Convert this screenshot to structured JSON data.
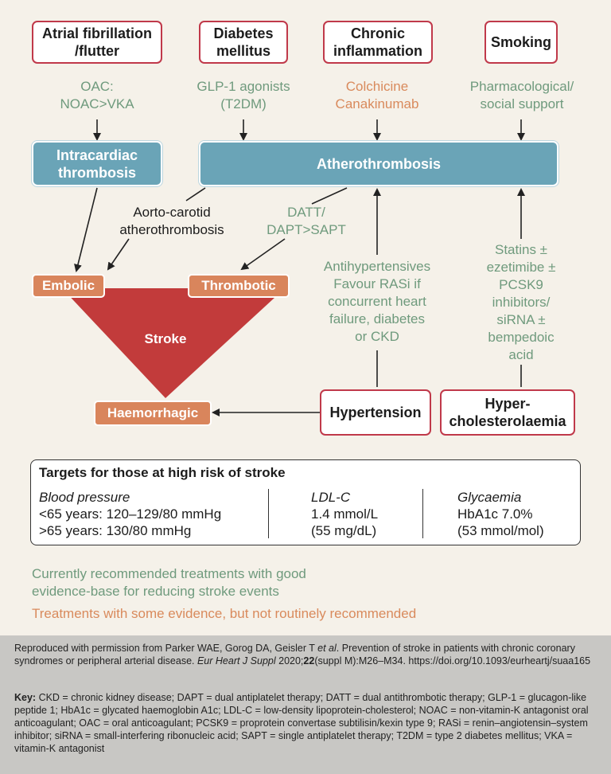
{
  "risk_factors": {
    "af": "Atrial fibrillation\n/flutter",
    "diabetes": "Diabetes\nmellitus",
    "inflammation": "Chronic\ninflammation",
    "smoking": "Smoking",
    "hypertension": "Hypertension",
    "cholesterol": "Hyper-\ncholesterolaemia"
  },
  "treatments": {
    "oac": "OAC:\nNOAC>VKA",
    "glp1": "GLP-1 agonists\n(T2DM)",
    "colchicine": "Colchicine\nCanakinumab",
    "pharma": "Pharmacological/\nsocial support",
    "datt": "DATT/\nDAPT>SAPT",
    "antihypertensives": "Antihypertensives\nFavour RASi if\nconcurrent heart\nfailure, diabetes\nor CKD",
    "statins": "Statins ±\nezetimibe ±\nPCSK9\ninhibitors/\nsiRNA ±\nbempedoic\nacid"
  },
  "pathways": {
    "intracardiac": "Intracardiac\nthrombosis",
    "atherothrombosis": "Atherothrombosis",
    "aorto_carotid": "Aorto-carotid\natherothrombosis"
  },
  "stroke": {
    "label": "Stroke",
    "embolic": "Embolic",
    "thrombotic": "Thrombotic",
    "haemorrhagic": "Haemorrhagic"
  },
  "targets": {
    "title": "Targets for those at high risk of stroke",
    "bp_label": "Blood pressure",
    "bp_values": "<65 years: 120–129/80 mmHg\n>65 years: 130/80 mmHg",
    "ldl_label": "LDL-C",
    "ldl_values": "1.4 mmol/L\n(55 mg/dL)",
    "gly_label": "Glycaemia",
    "gly_values": "HbA1c 7.0%\n(53 mmol/mol)"
  },
  "legend": {
    "green": "Currently recommended treatments with good\nevidence-base for reducing stroke events",
    "orange": "Treatments with some evidence, but not routinely recommended"
  },
  "footer": {
    "reproduced_prefix": "Reproduced with permission from Parker WAE, Gorog DA, Geisler T ",
    "et_al": "et al",
    "reproduced_mid": ". Prevention of stroke in patients with chronic coronary syndromes or peripheral arterial disease. ",
    "journal": "Eur Heart J Suppl",
    "year": " 2020;",
    "volume": "22",
    "reproduced_end": "(suppl M):M26–M34. https://doi.org/10.1093/eurheartj/suaa165",
    "key_label": "Key:",
    "key_text": " CKD = chronic kidney disease; DAPT = dual antiplatelet therapy; DATT = dual antithrombotic therapy; GLP-1 = glucagon-like peptide 1; HbA1c = glycated haemoglobin A1c; LDL-C = low-density lipoprotein-cholesterol; NOAC = non-vitamin-K antagonist oral anticoagulant; OAC = oral anticoagulant; PCSK9 = proprotein convertase subtilisin/kexin type 9; RASi = renin–angiotensin–system inhibitor; siRNA = small-interfering ribonucleic acid; SAPT = single antiplatelet therapy; T2DM = type 2 diabetes mellitus; VKA = vitamin-K antagonist"
  },
  "colors": {
    "risk_border": "#c0394a",
    "pathway": "#6aa4b7",
    "stroke_type": "#d9855c",
    "stroke": "#c23b3b",
    "green_text": "#6f9a7d",
    "orange_text": "#d98a5c"
  }
}
